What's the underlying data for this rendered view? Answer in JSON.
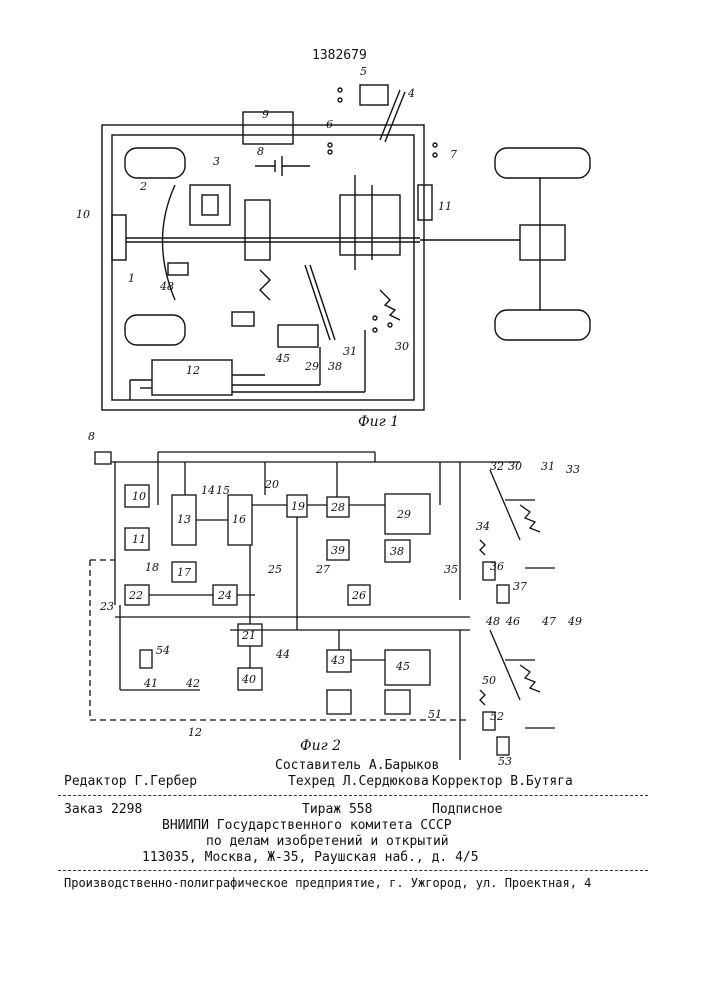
{
  "patent_number": "1382679",
  "fig1_caption": "Фиг 1",
  "fig2_caption": "Фиг 2",
  "fig1_labels": [
    "1",
    "2",
    "3",
    "4",
    "5",
    "6",
    "7",
    "8",
    "9",
    "10",
    "11",
    "12",
    "29",
    "30",
    "31",
    "38",
    "45",
    "48"
  ],
  "fig2_labels": [
    "8",
    "10",
    "11",
    "12",
    "13",
    "14",
    "15",
    "16",
    "17",
    "18",
    "19",
    "20",
    "21",
    "22",
    "23",
    "24",
    "25",
    "26",
    "27",
    "28",
    "29",
    "30",
    "31",
    "32",
    "33",
    "34",
    "35",
    "36",
    "37",
    "38",
    "39",
    "40",
    "41",
    "42",
    "43",
    "44",
    "45",
    "46",
    "47",
    "48",
    "49",
    "50",
    "51",
    "52",
    "53",
    "54"
  ],
  "credits": {
    "compiler": "Составитель А.Барыков",
    "editor": "Редактор Г.Гербер",
    "techred": "Техред Л.Сердюкова",
    "corrector": "Корректор В.Бутяга"
  },
  "imprint": {
    "order": "Заказ 2298",
    "circulation": "Тираж 558",
    "subscription": "Подписное",
    "org_line1": "ВНИИПИ Государственного комитета СССР",
    "org_line2": "по делам изобретений и открытий",
    "address": "113035, Москва, Ж-35, Раушская наб., д. 4/5"
  },
  "printer": "Производственно-полиграфическое предприятие, г. Ужгород, ул. Проектная, 4"
}
